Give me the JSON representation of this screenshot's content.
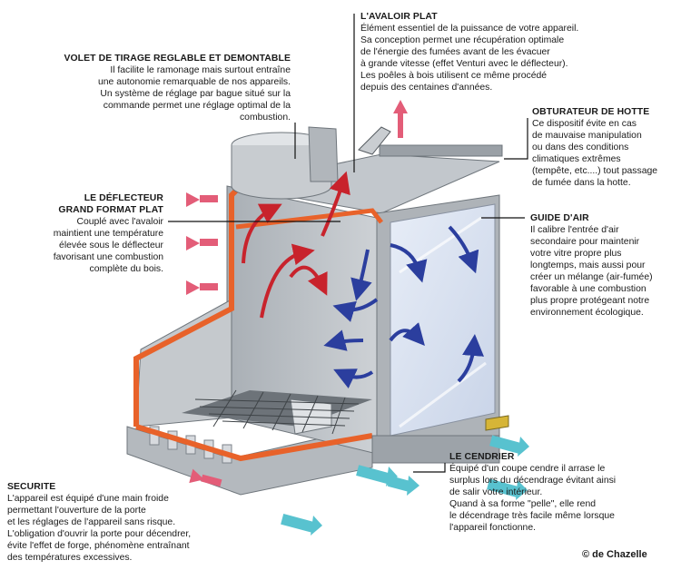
{
  "callouts": {
    "avaloir": {
      "title": "L'AVALOIR PLAT",
      "lines": [
        "Élément essentiel de la puissance de votre appareil.",
        "Sa conception permet une récupération optimale",
        "de l'énergie des fumées avant de les évacuer",
        "à grande vitesse (effet Venturi avec le déflecteur).",
        "Les poêles à bois utilisent ce même procédé",
        "depuis des centaines d'années."
      ]
    },
    "volet": {
      "title": "VOLET DE TIRAGE REGLABLE ET DEMONTABLE",
      "lines": [
        "Il facilite le ramonage mais surtout entraîne",
        "une autonomie remarquable de nos appareils.",
        "Un système de réglage par bague situé sur la",
        "commande permet une réglage optimal de la",
        "combustion."
      ]
    },
    "obturateur": {
      "title": "OBTURATEUR DE HOTTE",
      "lines": [
        "Ce dispositif évite en cas",
        "de mauvaise manipulation",
        "ou dans des conditions",
        "climatiques extrêmes",
        "(tempête, etc....) tout passage",
        "de fumée dans la hotte."
      ]
    },
    "deflecteur": {
      "title1": "LE DÉFLECTEUR",
      "title2": "GRAND FORMAT PLAT",
      "lines": [
        "Couplé avec l'avaloir",
        "maintient une température",
        "élevée sous le déflecteur",
        "favorisant une combustion",
        "complète du bois."
      ]
    },
    "guide": {
      "title": "GUIDE D'AIR",
      "lines": [
        "Il calibre l'entrée d'air",
        "secondaire pour maintenir",
        "votre vitre propre plus",
        "longtemps, mais aussi pour",
        "créer un mélange (air-fumée)",
        "favorable à une combustion",
        "plus propre protégeant notre",
        "environnement écologique."
      ]
    },
    "cendrier": {
      "title": "LE CENDRIER",
      "lines": [
        "Équipé d'un coupe cendre il arrase le",
        "surplus lors du décendrage évitant ainsi",
        "de salir votre intérieur.",
        "Quand à sa forme \"pelle\", elle rend",
        "le décendrage très facile même lorsque",
        "l'appareil fonctionne."
      ]
    },
    "securite": {
      "title": "SECURITE",
      "lines": [
        "L'appareil est équipé d'une main froide",
        "permettant l'ouverture de la porte",
        "et les réglages de l'appareil sans risque.",
        "L'obligation d'ouvrir la porte pour décendrer,",
        "évite l'effet de forge, phénomène entraînant",
        "des températures excessives."
      ]
    }
  },
  "copyright": "© de Chazelle",
  "colors": {
    "steel": "#b9bec3",
    "steel_dark": "#8d949a",
    "steel_light": "#d9dde0",
    "orange": "#e8622a",
    "red_arrow": "#c8232c",
    "pink_arrow": "#e35d78",
    "blue_arrow": "#2b3e9e",
    "cyan_arrow": "#58c2cf",
    "glass": "#dbe4f2"
  }
}
